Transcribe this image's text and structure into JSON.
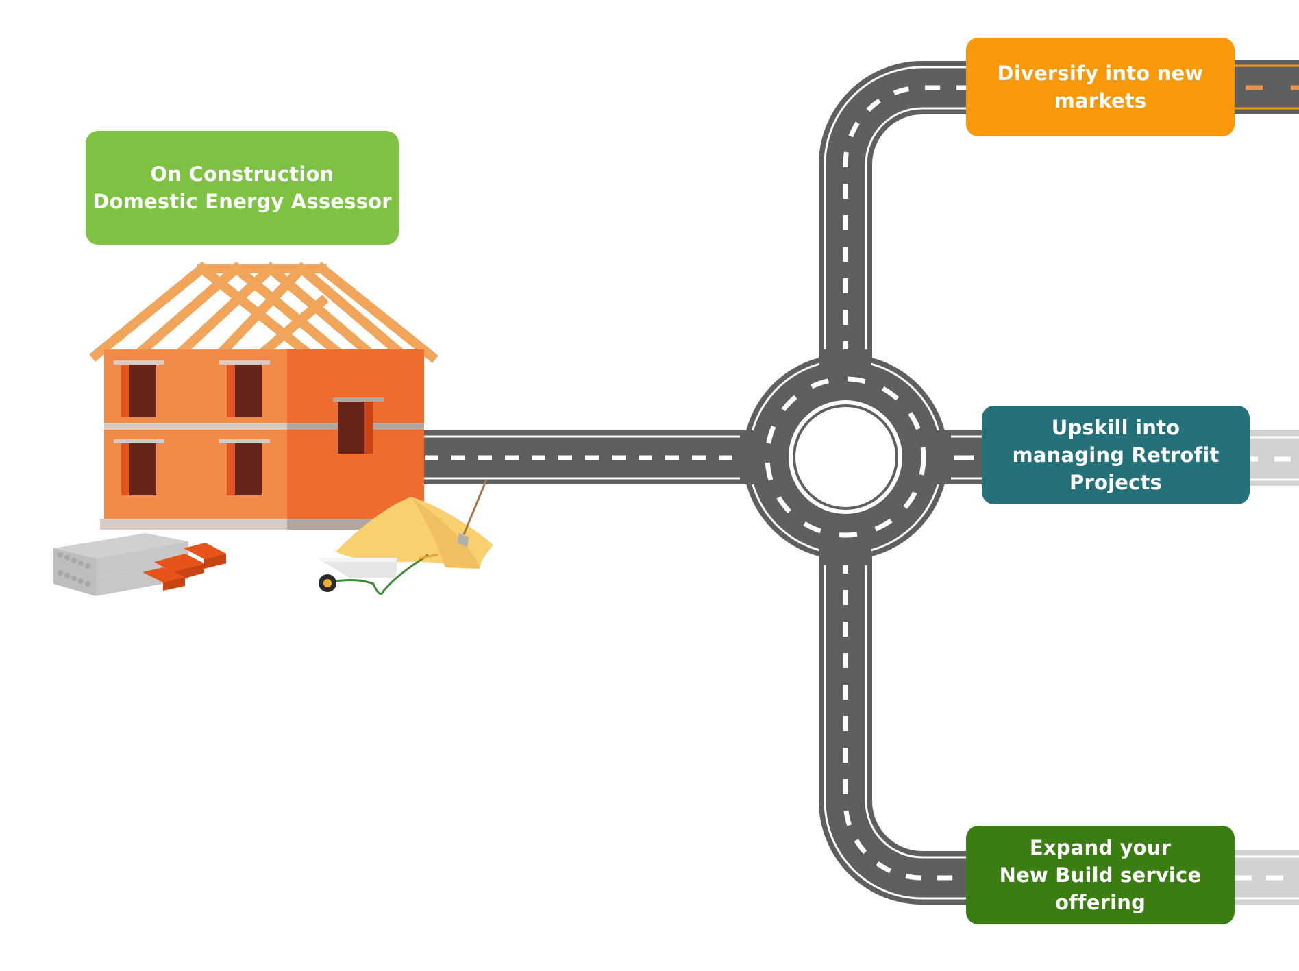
{
  "diagram": {
    "title": "Career roadmap from On Construction Domestic Energy Assessor",
    "start": {
      "label": "On Construction\nDomestic Energy Assessor",
      "color": "#7dc243",
      "illustration": "house-under-construction-icon"
    },
    "junction": {
      "type": "roundabout",
      "icon": "roundabout-icon"
    },
    "destinations": [
      {
        "id": "diversify",
        "label": "Diversify into new\nmarkets",
        "color": "#f7990b",
        "road_style": "dark-road-orange-markings"
      },
      {
        "id": "upskill",
        "label": "Upskill into\nmanaging Retrofit\nProjects",
        "color": "#247179",
        "road_style": "light-grey-road"
      },
      {
        "id": "expand",
        "label": "Expand your\nNew Build service\noffering",
        "color": "#3a7e12",
        "road_style": "light-grey-road"
      }
    ],
    "props": [
      {
        "name": "concrete-slabs-icon"
      },
      {
        "name": "bricks-icon"
      },
      {
        "name": "sand-pile-icon"
      },
      {
        "name": "shovel-icon"
      },
      {
        "name": "wheelbarrow-icon"
      }
    ],
    "colors": {
      "road": "#5f5f5f",
      "road_markings": "#ffffff",
      "light_road": "#d2d2d2",
      "orange_markings": "#e8924a",
      "wall_light": "#f28a4a",
      "wall_dark": "#ef6c2f",
      "window": "#66241a",
      "rafter": "#f0a55a"
    }
  }
}
